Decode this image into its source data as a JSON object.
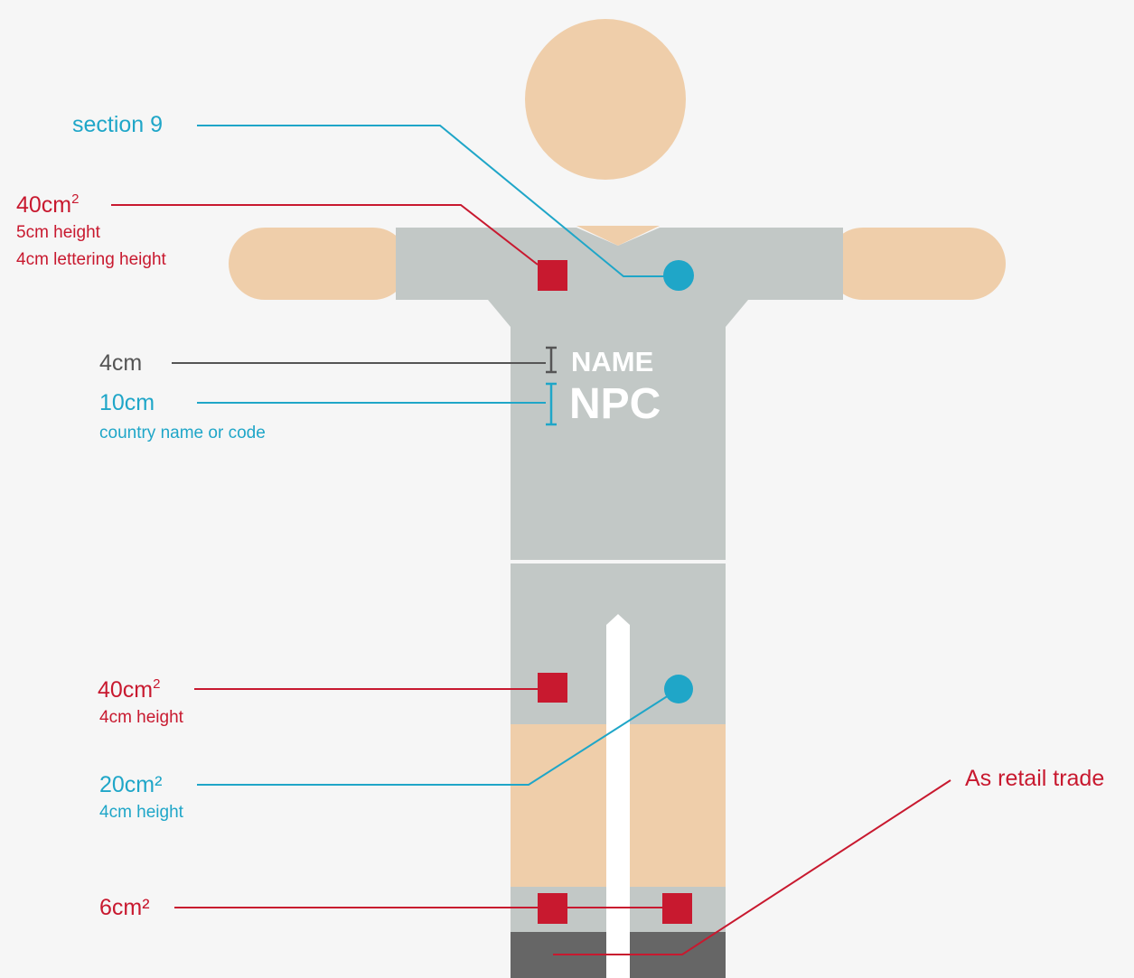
{
  "labels": {
    "section": "section 9",
    "chest_patch": {
      "value": "40cm",
      "sup": "2",
      "line1": "5cm height",
      "line2": "4cm lettering height"
    },
    "name_height": "4cm",
    "npc_height": {
      "value": "10cm",
      "sub": "country name or code"
    },
    "shorts_patch": {
      "value": "40cm",
      "sup": "2",
      "sub": "4cm height"
    },
    "shorts_logo": {
      "value": "20cm²",
      "sub": "4cm height"
    },
    "sock_patch": "6cm²",
    "shoes": "As retail trade"
  },
  "shirt": {
    "name": "NAME",
    "npc": "NPC"
  },
  "colors": {
    "background": "#f6f6f6",
    "skin": "#efceaa",
    "uniform": "#c2c8c6",
    "shoe": "#666666",
    "red": "#c8192f",
    "blue": "#1fa6c8",
    "gray_line": "#555555"
  }
}
